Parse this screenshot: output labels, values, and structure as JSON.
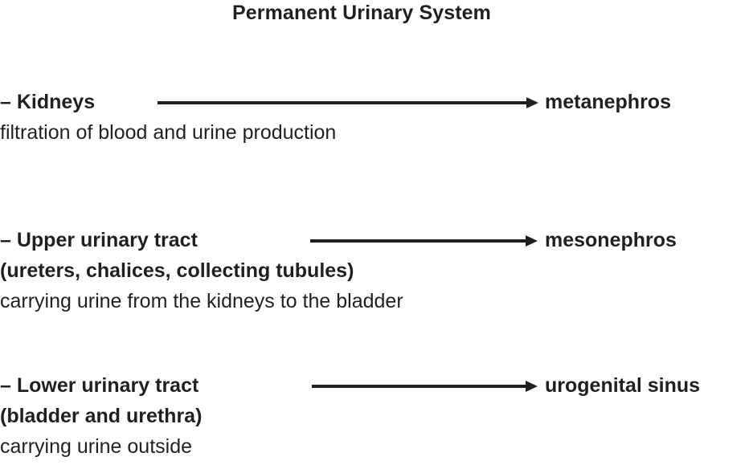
{
  "title": "Permanent Urinary System",
  "colors": {
    "ink": "#231f20",
    "background": "#ffffff"
  },
  "rows": [
    {
      "label": "– Kidneys",
      "label_line2": "",
      "description": "filtration of blood and urine production",
      "arrow": "arrow-right",
      "target": "metanephros"
    },
    {
      "label": "– Upper urinary tract",
      "label_line2": "(ureters, chalices, collecting tubules)",
      "description": "carrying urine from the kidneys to the bladder",
      "arrow": "arrow-right",
      "target": "mesonephros"
    },
    {
      "label": "– Lower urinary tract",
      "label_line2": "(bladder and urethra)",
      "description": "carrying urine outside",
      "arrow": "arrow-right",
      "target": "urogenital sinus"
    }
  ]
}
